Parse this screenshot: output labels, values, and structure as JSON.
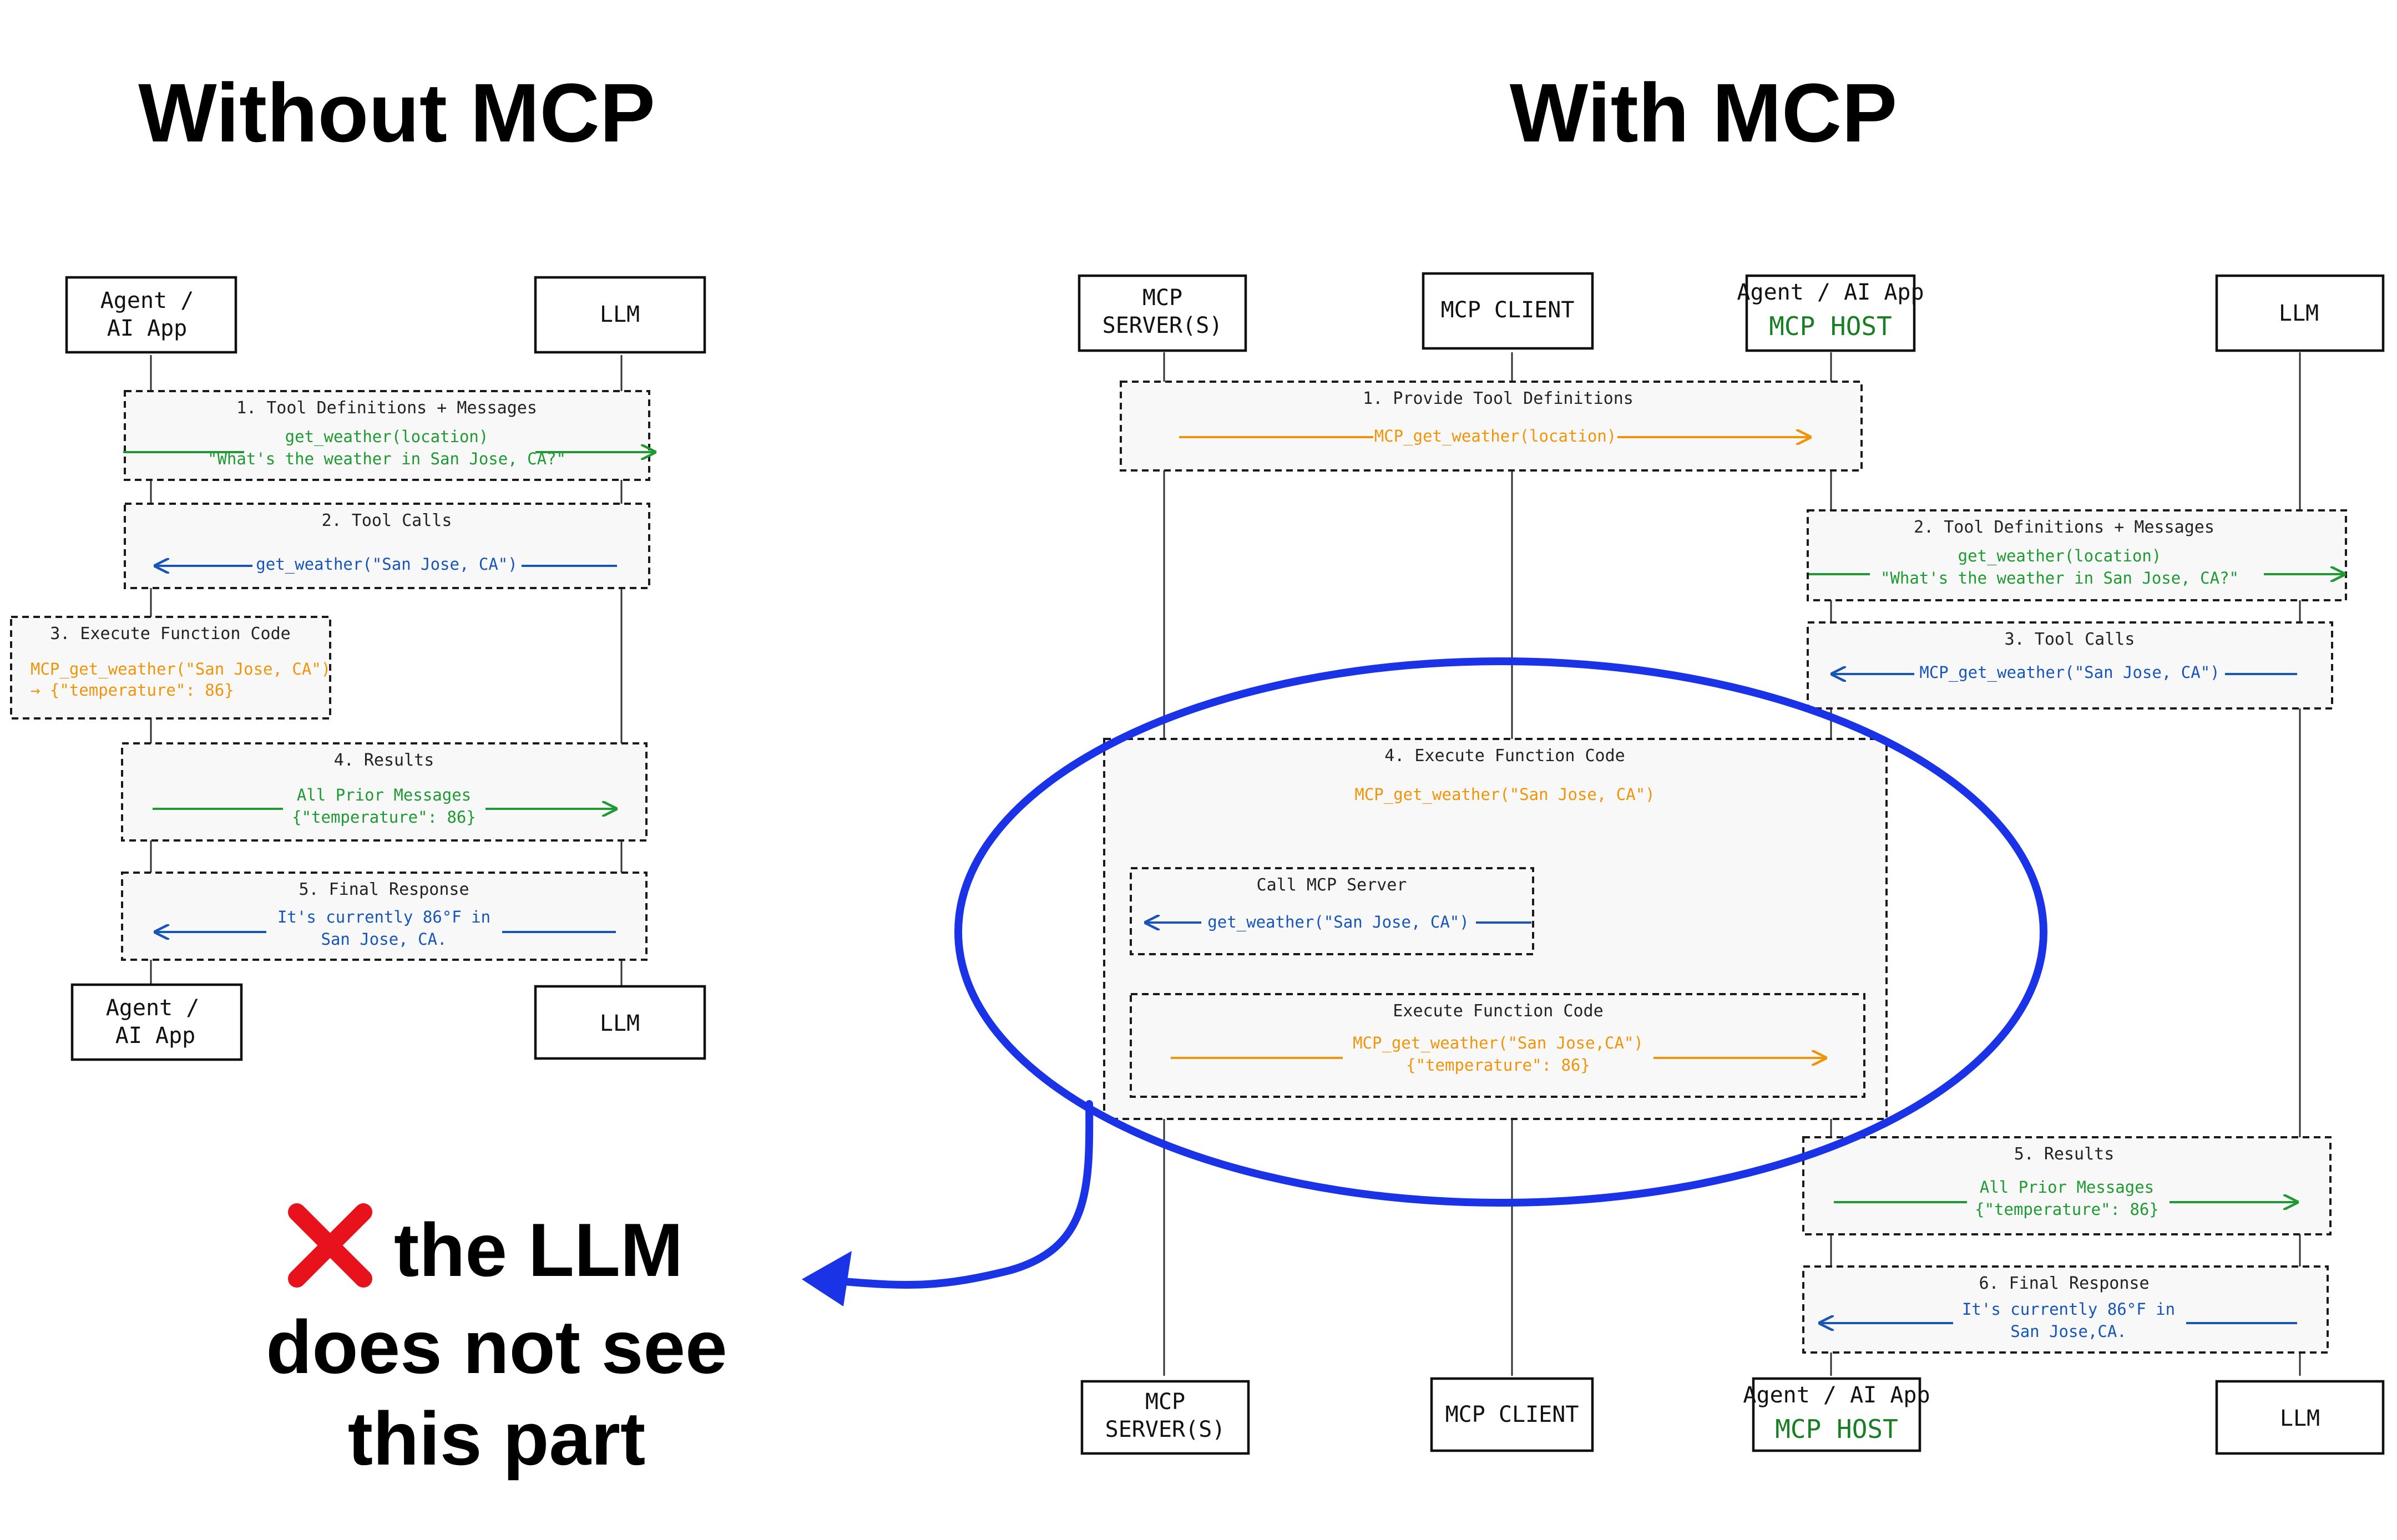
{
  "titles": {
    "left": "Without MCP",
    "right": "With MCP"
  },
  "caption": {
    "mark": "✕",
    "line1": "the LLM",
    "line2": "does not see",
    "line3": "this part"
  },
  "colors": {
    "green": "#1f9a32",
    "blue": "#1756b8",
    "orange": "#f0940a",
    "highlight": "#1a33e6",
    "cross": "#e8121c"
  },
  "left": {
    "actors": {
      "agent_line1": "Agent /",
      "agent_line2": "AI App",
      "llm": "LLM"
    },
    "steps": {
      "s1": {
        "title": "1. Tool Definitions + Messages",
        "line1": "get_weather(location)",
        "line2": "\"What's the weather in San Jose, CA?\""
      },
      "s2": {
        "title": "2. Tool Calls",
        "line1": "get_weather(\"San Jose, CA\")"
      },
      "s3": {
        "title": "3. Execute Function Code",
        "line1": "MCP_get_weather(\"San Jose, CA\")",
        "line2": "→ {\"temperature\": 86}"
      },
      "s4": {
        "title": "4. Results",
        "line1": "All Prior Messages",
        "line2": "{\"temperature\": 86}"
      },
      "s5": {
        "title": "5. Final Response",
        "line1": "It's currently 86°F in",
        "line2": "San Jose, CA."
      }
    }
  },
  "right": {
    "actors": {
      "server_line1": "MCP",
      "server_line2": "SERVER(S)",
      "client": "MCP CLIENT",
      "host_line1": "Agent / AI App",
      "host_line2": "MCP HOST",
      "llm": "LLM"
    },
    "steps": {
      "s1": {
        "title": "1. Provide Tool Definitions",
        "line1": "MCP_get_weather(location)"
      },
      "s2": {
        "title": "2. Tool Definitions + Messages",
        "line1": "get_weather(location)",
        "line2": "\"What's the weather in San Jose, CA?\""
      },
      "s3": {
        "title": "3. Tool Calls",
        "line1": "MCP_get_weather(\"San Jose, CA\")"
      },
      "s4": {
        "title": "4. Execute Function Code",
        "line1": "MCP_get_weather(\"San Jose, CA\")"
      },
      "call": {
        "title": "Call MCP Server",
        "line1": "get_weather(\"San Jose, CA\")"
      },
      "exec": {
        "title": "Execute Function Code",
        "line1": "MCP_get_weather(\"San Jose,CA\")",
        "line2": "{\"temperature\": 86}"
      },
      "s5": {
        "title": "5. Results",
        "line1": "All Prior Messages",
        "line2": "{\"temperature\": 86}"
      },
      "s6": {
        "title": "6. Final Response",
        "line1": "It's currently 86°F in",
        "line2": "San Jose,CA."
      }
    }
  }
}
